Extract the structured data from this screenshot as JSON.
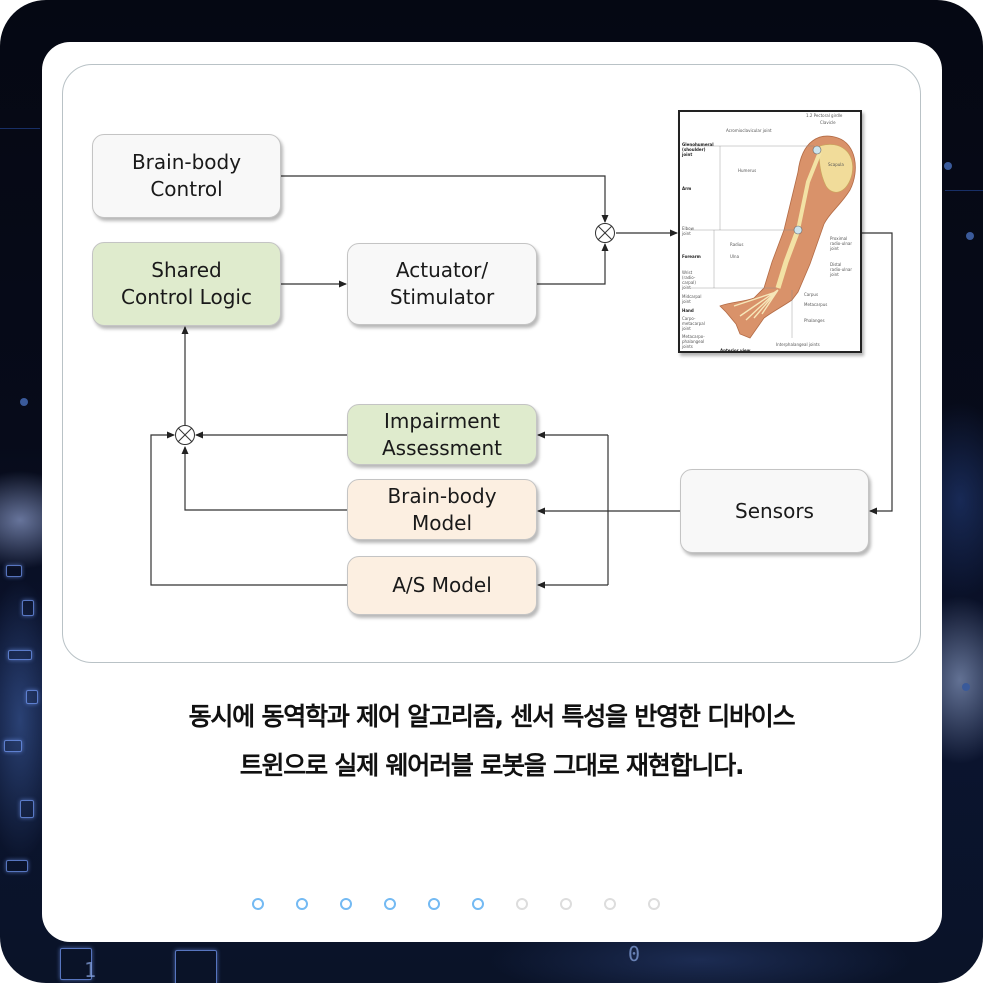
{
  "diagram": {
    "nodes": {
      "brain_body_control": "Brain-body\nControl",
      "shared_control_logic": "Shared\nControl  Logic",
      "actuator_stimulator": "Actuator/\nStimulator",
      "impairment_assessment": "Impairment\nAssessment",
      "brain_body_model": "Brain-body\nModel",
      "as_model": "A/S Model",
      "sensors": "Sensors"
    },
    "colors": {
      "white_node": "#f8f8f8",
      "green_node": "#dfebcd",
      "peach_node": "#fcefe1",
      "wire": "#333333"
    },
    "anatomy_figure": {
      "title": "1.2 Pectoral girdle",
      "labels": {
        "clavicle": "Clavicle",
        "acromioclavicular": "Acromioclavicular joint",
        "glenohumeral": "Glenohumeral\n(shoulder)\njoint",
        "humerus": "Humerus",
        "scapula": "Scapula",
        "arm": "Arm",
        "elbow": "Elbow\njoint",
        "radius": "Radius",
        "ulna": "Ulna",
        "proximal_ru": "Proximal\nradio-ulnar\njoint",
        "forearm": "Forearm",
        "distal_ru": "Distal\nradio-ulnar\njoint",
        "wrist": "Wrist\n(radio-\ncarpal)\njoint",
        "midcarpal": "Midcarpal\njoint",
        "carpus": "Carpus",
        "metacarpus": "Metacarpus",
        "hand": "Hand",
        "phalanges": "Phalanges",
        "cmc": "Carpo-\nmetacarpal\njoint",
        "mcp": "Metacarpo-\nphalangeal\njoints",
        "interphalangeal": "Interphalangeal joints",
        "view": "Anterior view"
      }
    }
  },
  "caption": {
    "line1": "동시에 동역학과 제어 알고리즘, 센서 특성을 반영한 디바이스",
    "line2": "트윈으로 실제 웨어러블 로봇을 그대로 재현합니다."
  },
  "pager": {
    "total": 10,
    "active_count": 6,
    "active_color": "#74baf3",
    "inactive_color": "#dddddd"
  }
}
